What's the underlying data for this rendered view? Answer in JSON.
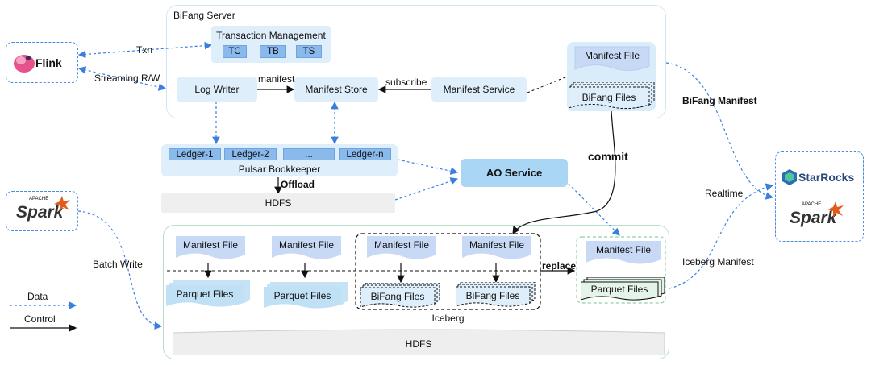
{
  "server": {
    "title": "BiFang Server",
    "transaction": {
      "title": "Transaction Management",
      "items": [
        "TC",
        "TB",
        "TS"
      ]
    },
    "log_writer": "Log Writer",
    "manifest_store": "Manifest Store",
    "manifest_service": "Manifest Service",
    "manifest_file": "Manifest File",
    "bifang_files": "BiFang Files"
  },
  "bookkeeper": {
    "ledgers": [
      "Ledger-1",
      "Ledger-2",
      "...",
      "Ledger-n"
    ],
    "title": "Pulsar Bookkeeper"
  },
  "hdfs_top": "HDFS",
  "ao_service": "AO Service",
  "engines_left": {
    "flink": "Flink",
    "spark_small": "APACHE",
    "spark": "Spark"
  },
  "engines_right": {
    "starrocks": "StarRocks",
    "spark_small": "APACHE",
    "spark": "Spark"
  },
  "edge_labels": {
    "txn": "Txn",
    "streaming": "Streaming R/W",
    "manifest": "manifest",
    "subscribe": "subscribe",
    "offload": "Offload",
    "commit": "commit",
    "bifang_manifest": "BiFang Manifest",
    "realtime": "Realtime",
    "batch_write": "Batch Write",
    "replace": "replace",
    "iceberg_manifest": "Iceberg Manifest"
  },
  "iceberg": {
    "title": "Iceberg",
    "manifest_file": "Manifest File",
    "parquet_files": "Parquet Files",
    "bifang_files": "BiFang Files",
    "hdfs": "HDFS"
  },
  "legend": {
    "data": "Data",
    "control": "Control"
  },
  "colors": {
    "data_line": "#3a7fe0",
    "control_line": "#111111",
    "box_fill": "#deeefa",
    "chip_fill": "#8ab9ec",
    "region_border": "#cfe7f5",
    "doc_fill": "#c7d9f5"
  }
}
